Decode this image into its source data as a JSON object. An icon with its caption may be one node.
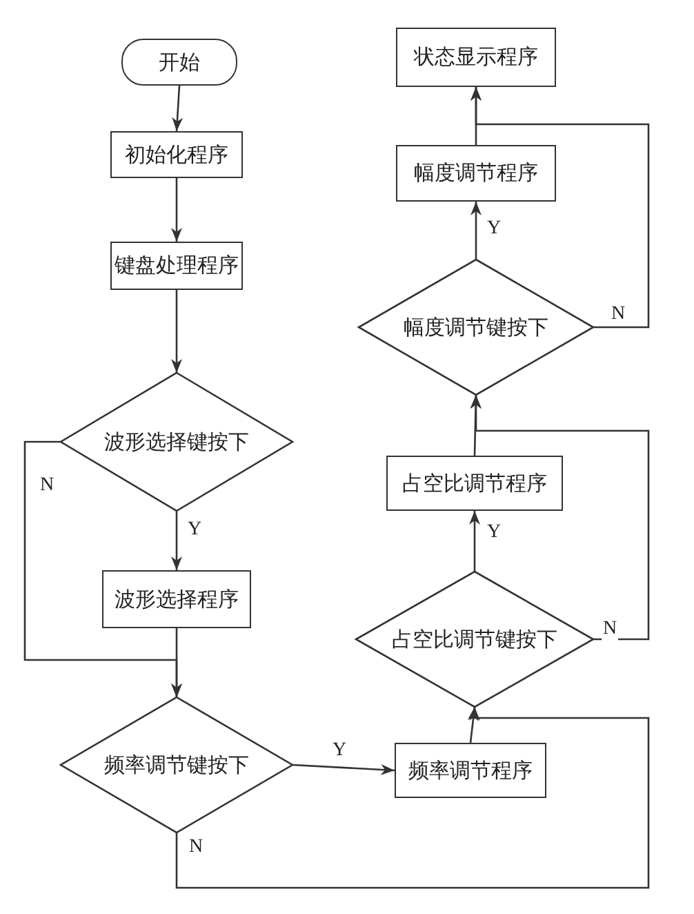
{
  "diagram": {
    "nodes": [
      {
        "text": [
          "开始"
        ]
      },
      {
        "text": [
          "初始化程序"
        ]
      },
      {
        "text": [
          "键盘处理程序"
        ]
      },
      {
        "text": [
          "波形选择键按下"
        ]
      },
      {
        "text": [
          "波形选择程序"
        ]
      },
      {
        "text": [
          "频率调节键按下"
        ]
      },
      {
        "text": [
          "频率调节程序"
        ]
      },
      {
        "text": [
          "占空比调节键按下"
        ]
      },
      {
        "text": [
          "占空比调节程序"
        ]
      },
      {
        "text": [
          "幅度调节键按下"
        ]
      },
      {
        "text": [
          "幅度调节程序"
        ]
      },
      {
        "text": [
          "状态显示程序"
        ]
      }
    ],
    "edges": [
      {
        "from": 0,
        "to": 1,
        "arrow": "to"
      },
      {
        "from": 1,
        "to": 2,
        "arrow": "to"
      },
      {
        "from": 2,
        "to": 3,
        "arrow": "to"
      },
      {
        "from": 3,
        "to": 4,
        "arrow": "to",
        "label": "Y"
      },
      {
        "from": 3,
        "to": 5,
        "arrow": "to",
        "label": "N"
      },
      {
        "from": 4,
        "to": 5,
        "arrow": "to"
      },
      {
        "from": 5,
        "to": 6,
        "arrow": "to",
        "label": "Y"
      },
      {
        "from": 5,
        "to": 7,
        "arrow": "to",
        "label": "N"
      },
      {
        "from": 6,
        "to": 7,
        "arrow": "to"
      },
      {
        "from": 7,
        "to": 8,
        "arrow": "to",
        "label": "Y"
      },
      {
        "from": 7,
        "to": 9,
        "arrow": "to",
        "label": "N"
      },
      {
        "from": 8,
        "to": 9,
        "arrow": "to"
      },
      {
        "from": 9,
        "to": 10,
        "arrow": "to",
        "label": "Y"
      },
      {
        "from": 9,
        "to": 11,
        "arrow": "to",
        "label": "N"
      },
      {
        "from": 10,
        "to": 11,
        "arrow": "to"
      }
    ]
  }
}
